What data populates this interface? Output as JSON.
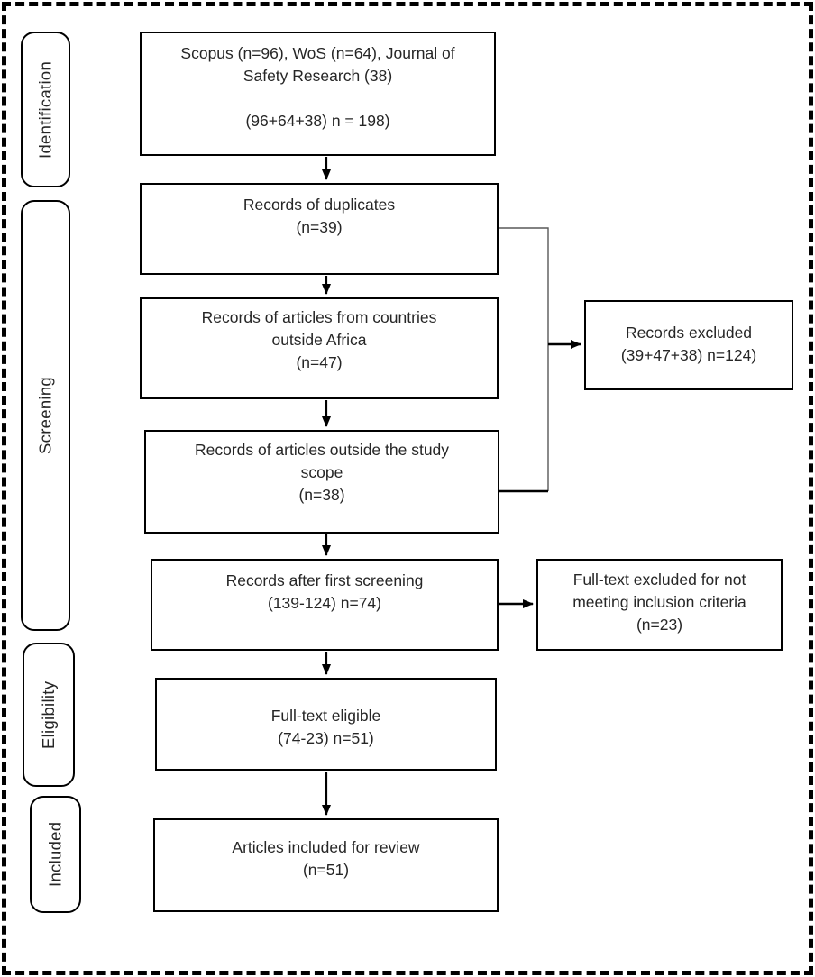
{
  "stages": [
    {
      "label": "Identification"
    },
    {
      "label": "Screening"
    },
    {
      "label": "Eligibility"
    },
    {
      "label": "Included"
    }
  ],
  "flow_boxes": {
    "sources": {
      "lines": [
        "Scopus (n=96), WoS (n=64), Journal of",
        "Safety Research (38)",
        "",
        "(96+64+38) n = 198)"
      ]
    },
    "duplicates": {
      "lines": [
        "Records of duplicates",
        "(n=39)"
      ]
    },
    "outside_africa": {
      "lines": [
        "Records of articles from countries",
        "outside Africa",
        "(n=47)"
      ]
    },
    "outside_scope": {
      "lines": [
        "Records of articles outside the study",
        "scope",
        "(n=38)"
      ]
    },
    "first_screening": {
      "lines": [
        "Records after first screening",
        "(139-124) n=74)"
      ]
    },
    "full_text_eligible": {
      "lines": [
        "Full-text eligible",
        "(74-23) n=51)"
      ]
    },
    "included_review": {
      "lines": [
        "Articles included for review",
        "(n=51)"
      ]
    }
  },
  "exclusion_boxes": {
    "records_excluded": {
      "lines": [
        "Records excluded",
        "(39+47+38) n=124)"
      ]
    },
    "full_text_excluded": {
      "lines": [
        "Full-text excluded for not",
        "meeting inclusion criteria",
        "(n=23)"
      ]
    }
  },
  "colors": {
    "box_border": "#000000",
    "arrow": "#000000",
    "connector_thin": "#595959",
    "text": "#262626",
    "background": "#ffffff"
  }
}
